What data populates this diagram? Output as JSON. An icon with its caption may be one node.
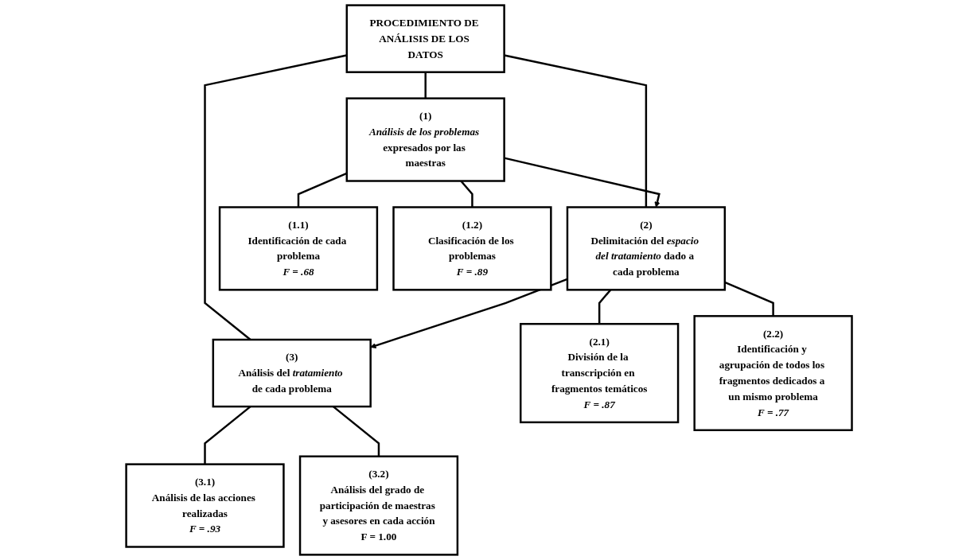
{
  "diagram": {
    "nodes": [
      {
        "text": [
          "PROCEDIMIENTO DE ANÁLISIS DE LOS DATOS"
        ]
      },
      {
        "text": [
          "(1)",
          "*Análisis de los problemas* expresados por las maestras"
        ]
      },
      {
        "text": [
          "(2)",
          "Delimitación del *espacio del tratamiento* dado a cada problema"
        ]
      },
      {
        "text": [
          "(3)",
          "Análisis del *tratamiento* de cada problema"
        ]
      },
      {
        "text": [
          "(1.1)",
          "Identificación de cada problema",
          "*F = .68*"
        ]
      },
      {
        "text": [
          "(1.2)",
          "Clasificación de los problemas",
          "*F = .89*"
        ]
      },
      {
        "text": [
          "(2.1)",
          "División de la transcripción en fragmentos temáticos",
          "*F = .87*"
        ]
      },
      {
        "text": [
          "(2.2)",
          "Identificación y agrupación de todos los fragmentos dedicados a un mismo problema",
          "*F = .77*"
        ]
      },
      {
        "text": [
          "(3.1)",
          "Análisis de las acciones realizadas",
          "*F = .93*"
        ]
      },
      {
        "text": [
          "(3.2)",
          "Análisis del grado de participación de maestras y asesores en cada acción",
          "F = 1.00"
        ]
      }
    ],
    "edges": [
      {
        "from": 0,
        "to": 1,
        "arrow": "none"
      },
      {
        "from": 0,
        "to": 2,
        "arrow": "none"
      },
      {
        "from": 0,
        "to": 3,
        "arrow": "none"
      },
      {
        "from": 1,
        "to": 2,
        "arrow": "to"
      },
      {
        "from": 2,
        "to": 3,
        "arrow": "to"
      },
      {
        "from": 1,
        "to": 4,
        "arrow": "none"
      },
      {
        "from": 1,
        "to": 5,
        "arrow": "none"
      },
      {
        "from": 2,
        "to": 6,
        "arrow": "none"
      },
      {
        "from": 2,
        "to": 7,
        "arrow": "none"
      },
      {
        "from": 3,
        "to": 8,
        "arrow": "none"
      },
      {
        "from": 3,
        "to": 9,
        "arrow": "none"
      }
    ]
  }
}
